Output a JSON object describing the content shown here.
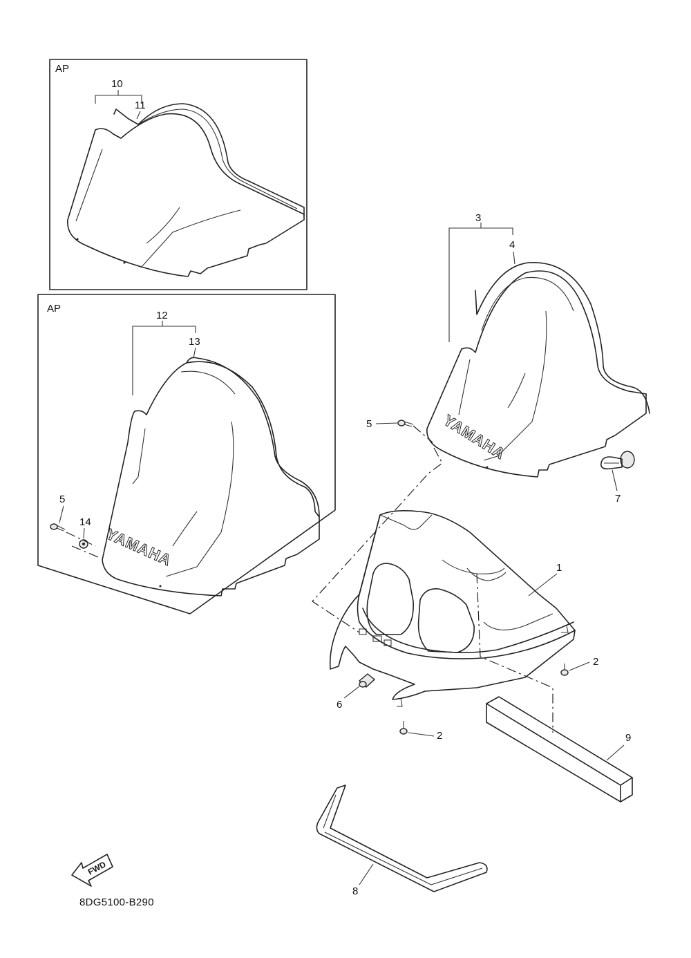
{
  "inset_top": {
    "label": "AP",
    "callouts": [
      "10",
      "11"
    ]
  },
  "inset_bottom": {
    "label": "AP",
    "callouts": [
      "12",
      "13",
      "5",
      "14"
    ]
  },
  "main_callouts": [
    "3",
    "4",
    "5",
    "7",
    "1",
    "2",
    "2",
    "6",
    "9",
    "8"
  ],
  "brand_text": "YAMAHA",
  "fwd_text": "FWD",
  "drawing_code": "8DG5100-B290"
}
